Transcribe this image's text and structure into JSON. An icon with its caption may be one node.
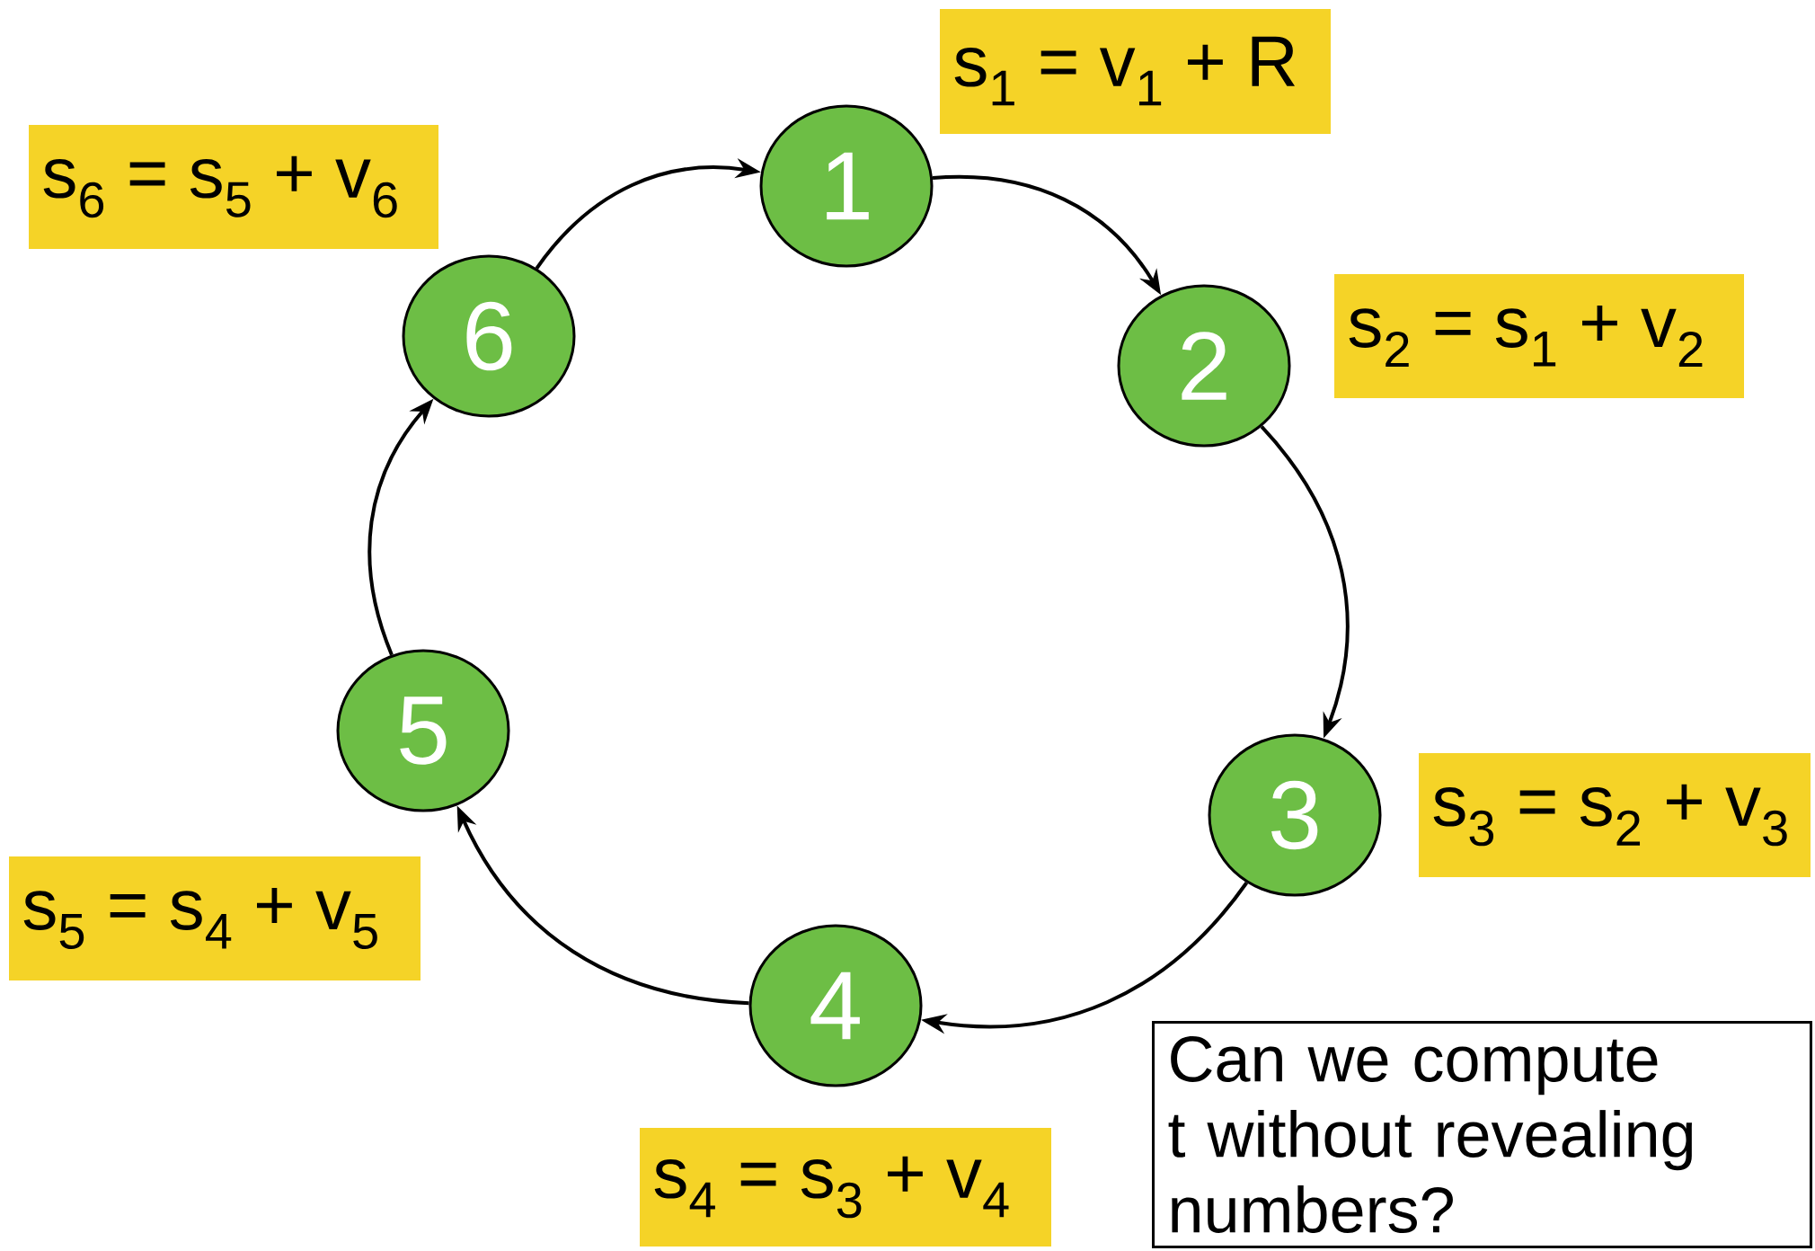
{
  "diagram": {
    "nodes": [
      {
        "text": [
          "1"
        ],
        "beside": [
          "s$_{1}$ = v$_{1}$ + R"
        ]
      },
      {
        "text": [
          "2"
        ],
        "beside": [
          "s$_{2}$ = s$_{1}$ + v$_{2}$"
        ]
      },
      {
        "text": [
          "3"
        ],
        "beside": [
          "s$_{3}$ = s$_{2}$ + v$_{3}$"
        ]
      },
      {
        "text": [
          "4"
        ],
        "beside": [
          "s$_{4}$ = s$_{3}$ + v$_{4}$"
        ]
      },
      {
        "text": [
          "5"
        ],
        "beside": [
          "s$_{5}$ = s$_{4}$ + v$_{5}$"
        ]
      },
      {
        "text": [
          "6"
        ],
        "beside": [
          "s$_{6}$ = s$_{5}$ + v$_{6}$"
        ]
      },
      {
        "text": [
          "Can we compute t without revealing numbers?"
        ]
      }
    ],
    "edges": [
      {
        "from": 0,
        "to": 1,
        "arrow": "to"
      },
      {
        "from": 1,
        "to": 2,
        "arrow": "to"
      },
      {
        "from": 2,
        "to": 3,
        "arrow": "to"
      },
      {
        "from": 3,
        "to": 4,
        "arrow": "to"
      },
      {
        "from": 4,
        "to": 5,
        "arrow": "to"
      },
      {
        "from": 5,
        "to": 0,
        "arrow": "to"
      }
    ]
  }
}
